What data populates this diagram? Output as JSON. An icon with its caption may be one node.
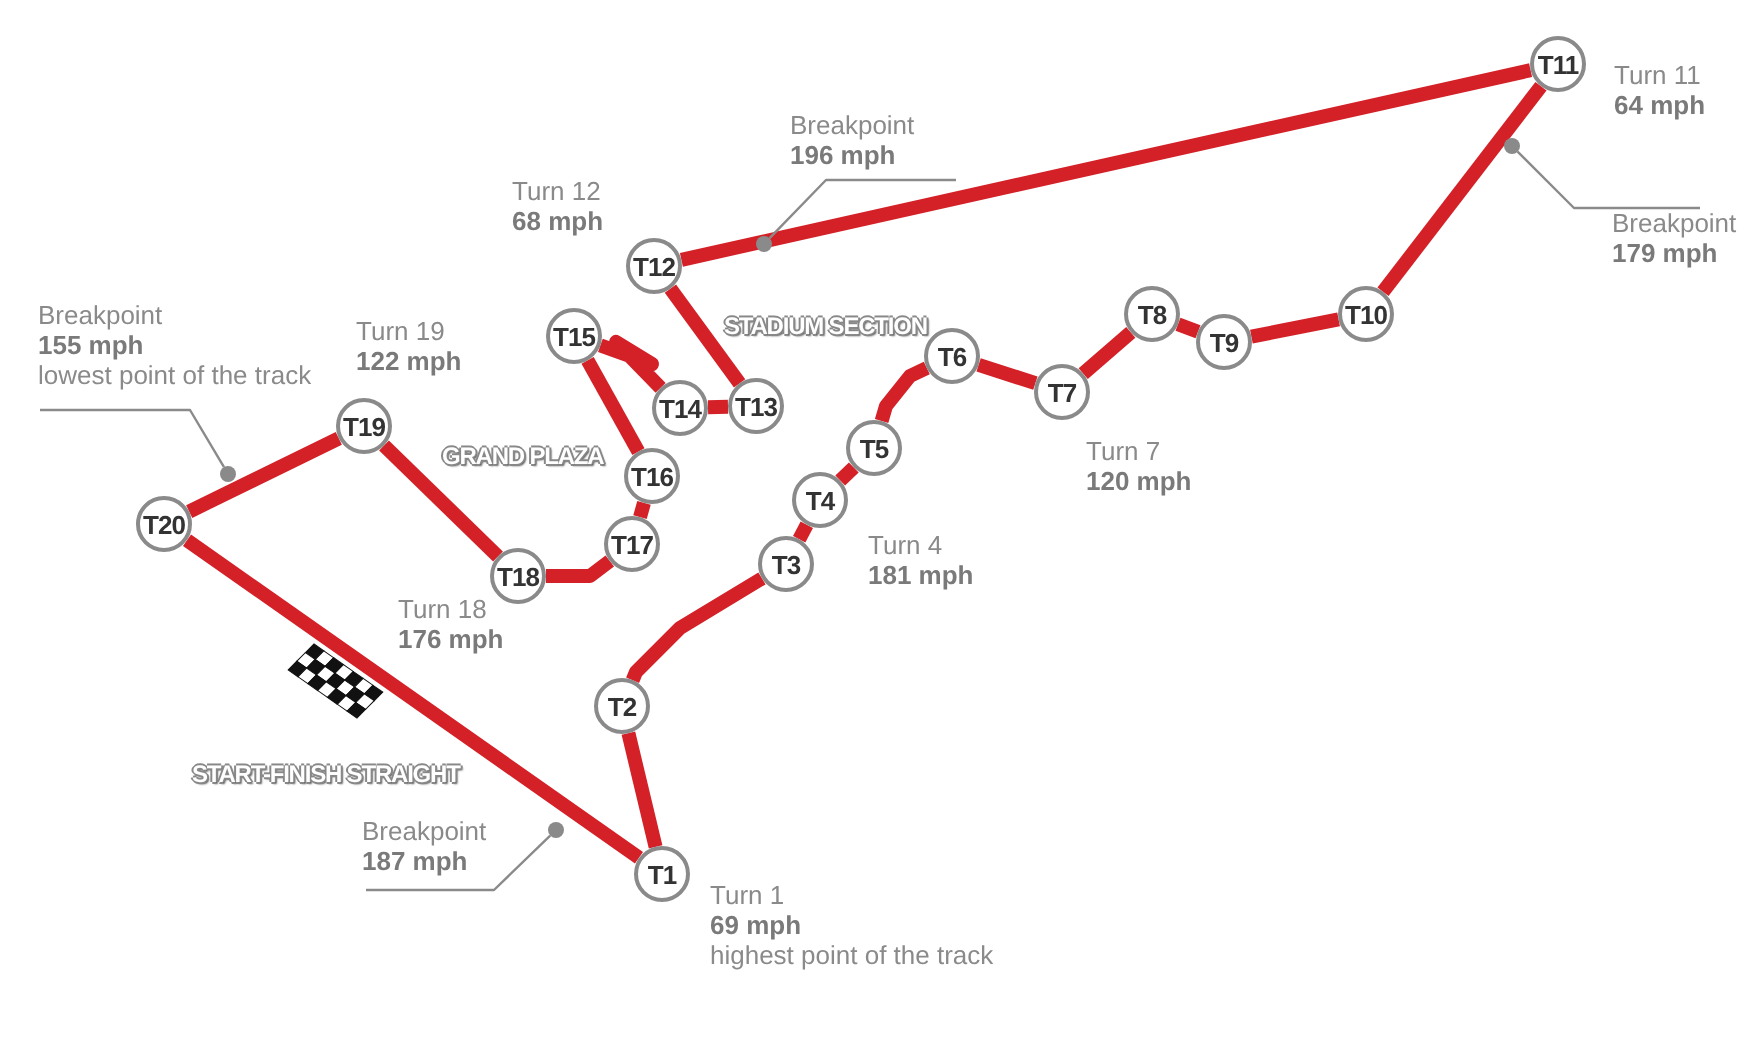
{
  "diagram": {
    "nodes": [
      {
        "text": [
          "T1"
        ],
        "beside": [
          "Turn 1",
          "69 mph",
          "highest point of the track"
        ]
      },
      {
        "text": [
          "T2"
        ]
      },
      {
        "text": [
          "T3"
        ]
      },
      {
        "text": [
          "T4"
        ],
        "beside": [
          "Turn 4",
          "181 mph"
        ]
      },
      {
        "text": [
          "T5"
        ]
      },
      {
        "text": [
          "T6"
        ]
      },
      {
        "text": [
          "T7"
        ],
        "beside": [
          "Turn 7",
          "120 mph"
        ]
      },
      {
        "text": [
          "T8"
        ]
      },
      {
        "text": [
          "T9"
        ]
      },
      {
        "text": [
          "T10"
        ]
      },
      {
        "text": [
          "T11"
        ],
        "beside": [
          "Turn 11",
          "64 mph"
        ]
      },
      {
        "text": [
          "T12"
        ],
        "beside": [
          "Turn 12",
          "68 mph"
        ]
      },
      {
        "text": [
          "T13"
        ]
      },
      {
        "text": [
          "T14"
        ]
      },
      {
        "text": [
          "T15"
        ]
      },
      {
        "text": [
          "T16"
        ]
      },
      {
        "text": [
          "T17"
        ]
      },
      {
        "text": [
          "T18"
        ],
        "beside": [
          "Turn 18",
          "176 mph"
        ]
      },
      {
        "text": [
          "T19"
        ],
        "beside": [
          "Turn 19",
          "122 mph"
        ]
      },
      {
        "text": [
          "T20"
        ]
      },
      {
        "text": [
          "Breakpoint",
          "196 mph"
        ]
      },
      {
        "text": [
          "Breakpoint",
          "179 mph"
        ]
      },
      {
        "text": [
          "Breakpoint",
          "155 mph",
          "lowest point of the track"
        ]
      },
      {
        "text": [
          "Breakpoint",
          "187 mph"
        ]
      },
      {
        "text": [],
        "shape": "circle"
      },
      {
        "text": [],
        "shape": "circle"
      },
      {
        "text": [],
        "shape": "circle"
      },
      {
        "text": [],
        "shape": "circle"
      }
    ],
    "edges": [
      {
        "from": 0,
        "to": 1,
        "arrow": "none"
      },
      {
        "from": 1,
        "to": 2,
        "arrow": "none"
      },
      {
        "from": 2,
        "to": 3,
        "arrow": "none"
      },
      {
        "from": 3,
        "to": 4,
        "arrow": "none"
      },
      {
        "from": 4,
        "to": 5,
        "arrow": "none"
      },
      {
        "from": 5,
        "to": 6,
        "arrow": "none"
      },
      {
        "from": 6,
        "to": 7,
        "arrow": "none"
      },
      {
        "from": 7,
        "to": 8,
        "arrow": "none"
      },
      {
        "from": 8,
        "to": 9,
        "arrow": "none"
      },
      {
        "from": 9,
        "to": 10,
        "arrow": "none"
      },
      {
        "from": 10,
        "to": 11,
        "arrow": "none"
      },
      {
        "from": 11,
        "to": 12,
        "arrow": "none"
      },
      {
        "from": 12,
        "to": 13,
        "arrow": "none"
      },
      {
        "from": 13,
        "to": 14,
        "arrow": "none"
      },
      {
        "from": 14,
        "to": 15,
        "arrow": "none"
      },
      {
        "from": 15,
        "to": 16,
        "arrow": "none"
      },
      {
        "from": 16,
        "to": 17,
        "arrow": "none"
      },
      {
        "from": 17,
        "to": 18,
        "arrow": "none"
      },
      {
        "from": 18,
        "to": 19,
        "arrow": "none"
      },
      {
        "from": 19,
        "to": 0,
        "arrow": "none"
      },
      {
        "from": 20,
        "to": 24,
        "arrow": "none",
        "color": "#8a8a8a"
      },
      {
        "from": 21,
        "to": 25,
        "arrow": "none",
        "color": "#8a8a8a"
      },
      {
        "from": 22,
        "to": 26,
        "arrow": "none",
        "color": "#8a8a8a"
      },
      {
        "from": 23,
        "to": 27,
        "arrow": "none",
        "color": "#8a8a8a"
      }
    ],
    "labels": [
      "STADIUM SECTION",
      "GRAND PLAZA",
      "START-FINISH STRAIGHT"
    ]
  }
}
